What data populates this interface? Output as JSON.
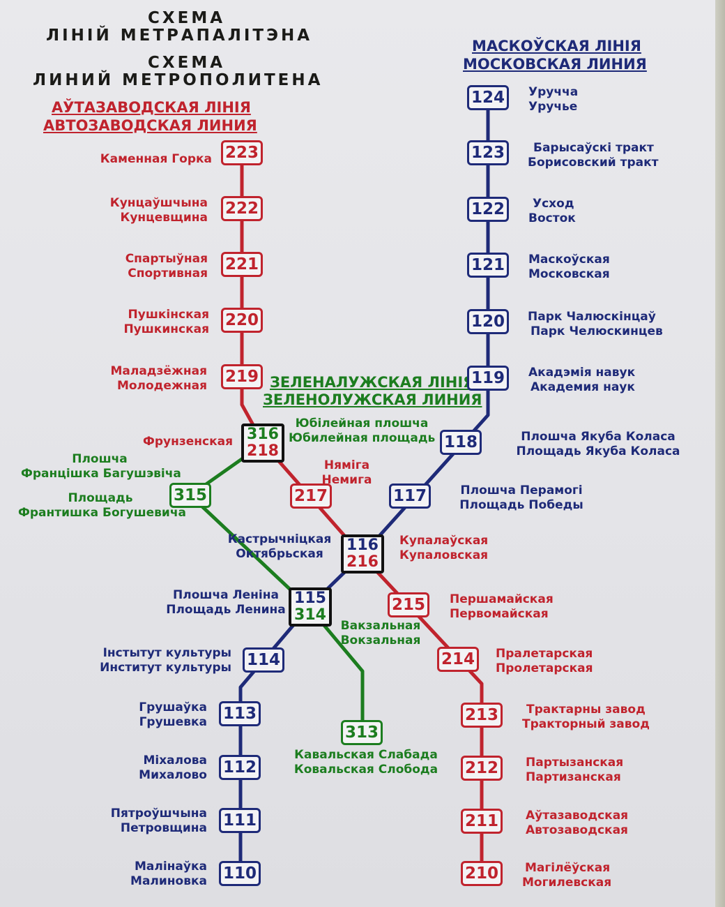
{
  "titles": {
    "be_line1": "СХЕМА",
    "be_line2": "ЛІНІЙ МЕТРАПАЛІТЭНА",
    "ru_line1": "СХЕМА",
    "ru_line2": "ЛИНИЙ МЕТРОПОЛИТЕНА"
  },
  "lines": {
    "autozavodskaya": {
      "name_be": "АЎТАЗАВОДСКАЯ ЛІНІЯ",
      "name_ru": "АВТОЗАВОДСКАЯ ЛИНИЯ",
      "color": "#c0232d"
    },
    "moskovskaya": {
      "name_be": "МАСКОЎСКАЯ ЛІНІЯ",
      "name_ru": "МОСКОВСКАЯ ЛИНИЯ",
      "color": "#1e2a78"
    },
    "zelenoluzhskaya": {
      "name_be": "ЗЕЛЕНАЛУЖСКАЯ ЛІНІЯ",
      "name_ru": "ЗЕЛЕНОЛУЖСКАЯ ЛИНИЯ",
      "color": "#1c7d1f"
    }
  },
  "stations": {
    "s223": {
      "code": "223",
      "be": "Каменная Горка",
      "ru": ""
    },
    "s222": {
      "code": "222",
      "be": "Кунцаўшчына",
      "ru": "Кунцевщина"
    },
    "s221": {
      "code": "221",
      "be": "Спартыўная",
      "ru": "Спортивная"
    },
    "s220": {
      "code": "220",
      "be": "Пушкінская",
      "ru": "Пушкинская"
    },
    "s219": {
      "code": "219",
      "be": "Маладзёжная",
      "ru": "Молодежная"
    },
    "s217": {
      "code": "217",
      "be": "Няміга",
      "ru": "Немига"
    },
    "s215": {
      "code": "215",
      "be": "Першамайская",
      "ru": "Первомайская"
    },
    "s214": {
      "code": "214",
      "be": "Пралетарская",
      "ru": "Пролетарская"
    },
    "s213": {
      "code": "213",
      "be": "Трактарны завод",
      "ru": "Тракторный завод"
    },
    "s212": {
      "code": "212",
      "be": "Партызанская",
      "ru": "Партизанская"
    },
    "s211": {
      "code": "211",
      "be": "Аўтазаводская",
      "ru": "Автозаводская"
    },
    "s210": {
      "code": "210",
      "be": "Магілёўская",
      "ru": "Могилевская"
    },
    "s124": {
      "code": "124",
      "be": "Уручча",
      "ru": "Уручье"
    },
    "s123": {
      "code": "123",
      "be": "Барысаўскі тракт",
      "ru": "Борисовский тракт"
    },
    "s122": {
      "code": "122",
      "be": "Усход",
      "ru": "Восток"
    },
    "s121": {
      "code": "121",
      "be": "Маскоўская",
      "ru": "Московская"
    },
    "s120": {
      "code": "120",
      "be": "Парк Чалюскінцаў",
      "ru": "Парк Челюскинцев"
    },
    "s119": {
      "code": "119",
      "be": "Акадэмія навук",
      "ru": "Академия наук"
    },
    "s118": {
      "code": "118",
      "be": "Плошча Якуба Коласа",
      "ru": "Площадь Якуба Коласа"
    },
    "s117": {
      "code": "117",
      "be": "Плошча Перамогі",
      "ru": "Площадь Победы"
    },
    "s114": {
      "code": "114",
      "be": "Інстытут культуры",
      "ru": "Институт культуры"
    },
    "s113": {
      "code": "113",
      "be": "Грушаўка",
      "ru": "Грушевка"
    },
    "s112": {
      "code": "112",
      "be": "Міхалова",
      "ru": "Михалово"
    },
    "s111": {
      "code": "111",
      "be": "Пятроўшчына",
      "ru": "Петровщина"
    },
    "s110": {
      "code": "110",
      "be": "Малінаўка",
      "ru": "Малиновка"
    },
    "s315": {
      "code": "315",
      "be_1": "Плошча",
      "be_2": "Францішка Багушэвіча",
      "ru_1": "Площадь",
      "ru_2": "Франтишка Богушевича"
    },
    "s313": {
      "code": "313",
      "be": "Кавальская Слабада",
      "ru": "Ковальская Слобода"
    },
    "kastrychnitskaya": {
      "be": "Кастрычніцкая",
      "ru": "Октябрьская"
    },
    "vakzalnaya": {
      "be": "Вакзальная",
      "ru": "Вокзальная"
    }
  },
  "transfers": {
    "frunzenskaya_jubileinaya": {
      "code_top": "316",
      "code_bottom": "218",
      "red_name": "Фрунзенская",
      "green_be": "Юбілейная плошча",
      "green_ru": "Юбилейная площадь"
    },
    "kupalovskaya": {
      "code_top": "116",
      "code_bottom": "216",
      "be": "Купалаўская",
      "ru": "Купаловская"
    },
    "ploshchad_lenina": {
      "code_top": "115",
      "code_bottom": "314",
      "be": "Плошча Леніна",
      "ru": "Площадь Ленина"
    }
  }
}
